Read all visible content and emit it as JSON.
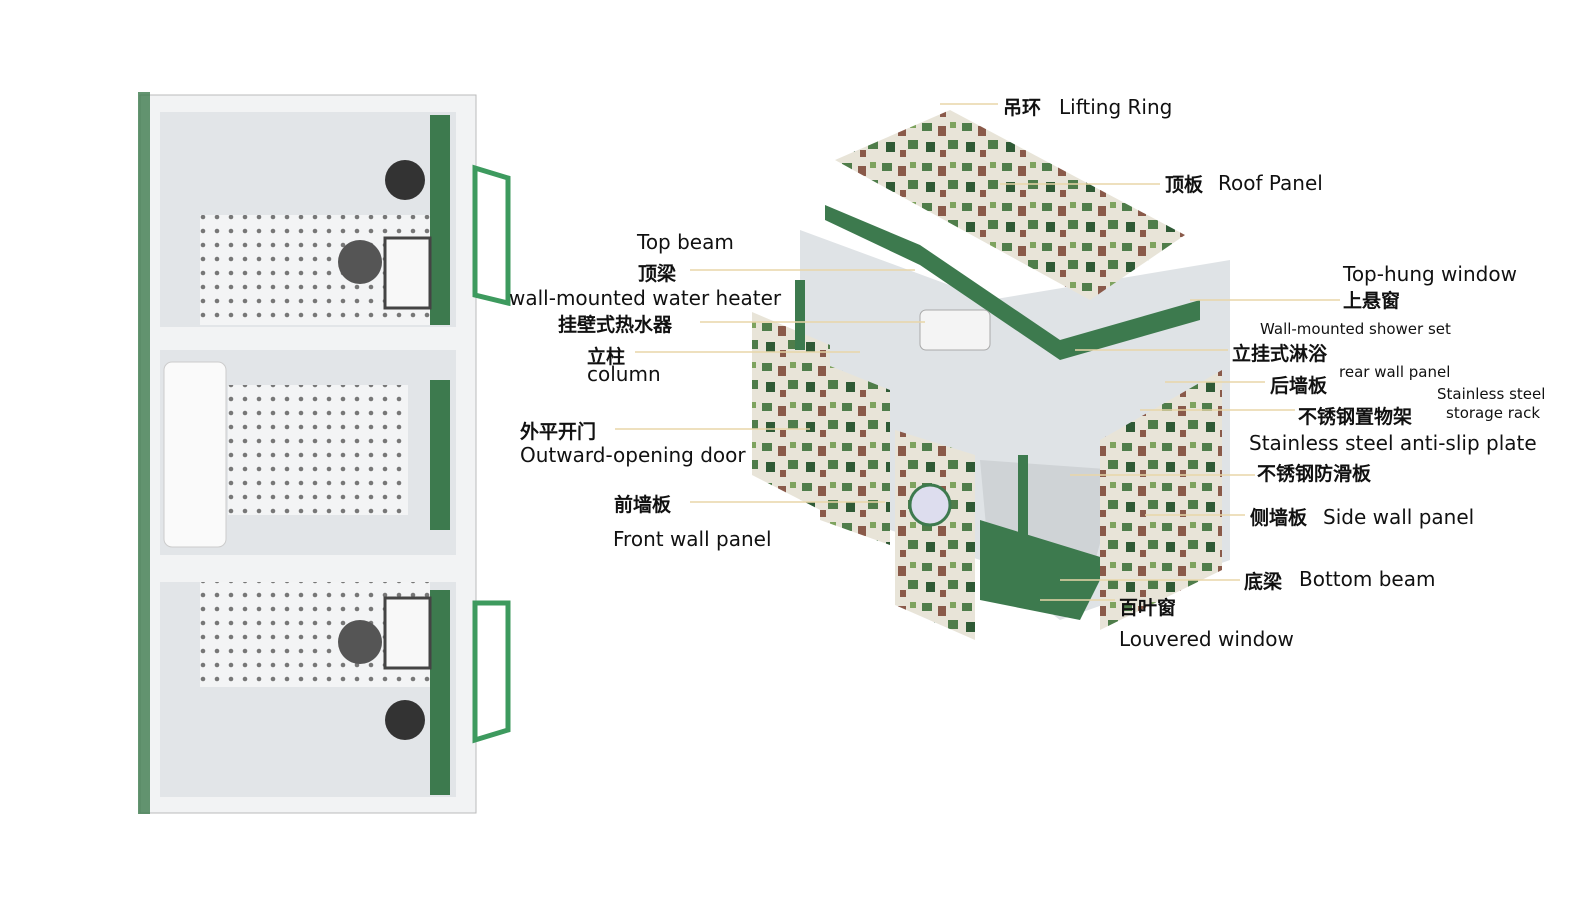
{
  "labels": {
    "lifting_ring": {
      "cn": "吊环",
      "en": "Lifting Ring"
    },
    "roof_panel": {
      "cn": "顶板",
      "en": "Roof Panel"
    },
    "top_beam": {
      "cn": "顶梁",
      "en": "Top beam"
    },
    "water_heater": {
      "cn": "挂壁式热水器",
      "en": "wall-mounted water heater"
    },
    "column": {
      "cn": "立柱",
      "en": "column"
    },
    "door": {
      "cn": "外平开门",
      "en": "Outward-opening door"
    },
    "front_wall": {
      "cn": "前墙板",
      "en": "Front wall panel"
    },
    "top_hung_window": {
      "cn": "上悬窗",
      "en": "Top-hung window"
    },
    "shower_set": {
      "cn": "立挂式淋浴",
      "en": "Wall-mounted shower set"
    },
    "rear_wall": {
      "cn": "后墙板",
      "en": "rear wall panel"
    },
    "storage_rack": {
      "cn": "不锈钢置物架",
      "en1": "Stainless steel",
      "en2": "storage rack"
    },
    "anti_slip": {
      "cn": "不锈钢防滑板",
      "en": "Stainless steel anti-slip plate"
    },
    "side_wall": {
      "cn": "侧墙板",
      "en": "Side wall panel"
    },
    "bottom_beam": {
      "cn": "底梁",
      "en": "Bottom beam"
    },
    "louvered_window": {
      "cn": "百叶窗",
      "en": "Louvered window"
    }
  },
  "colors": {
    "frame_green": "#3d7a4e",
    "wall": "#e4e7ea",
    "leader": "#e8d6a8",
    "camo1": "#4f7d4a",
    "camo2": "#8a5a4a",
    "camo3": "#e8e4d8"
  }
}
